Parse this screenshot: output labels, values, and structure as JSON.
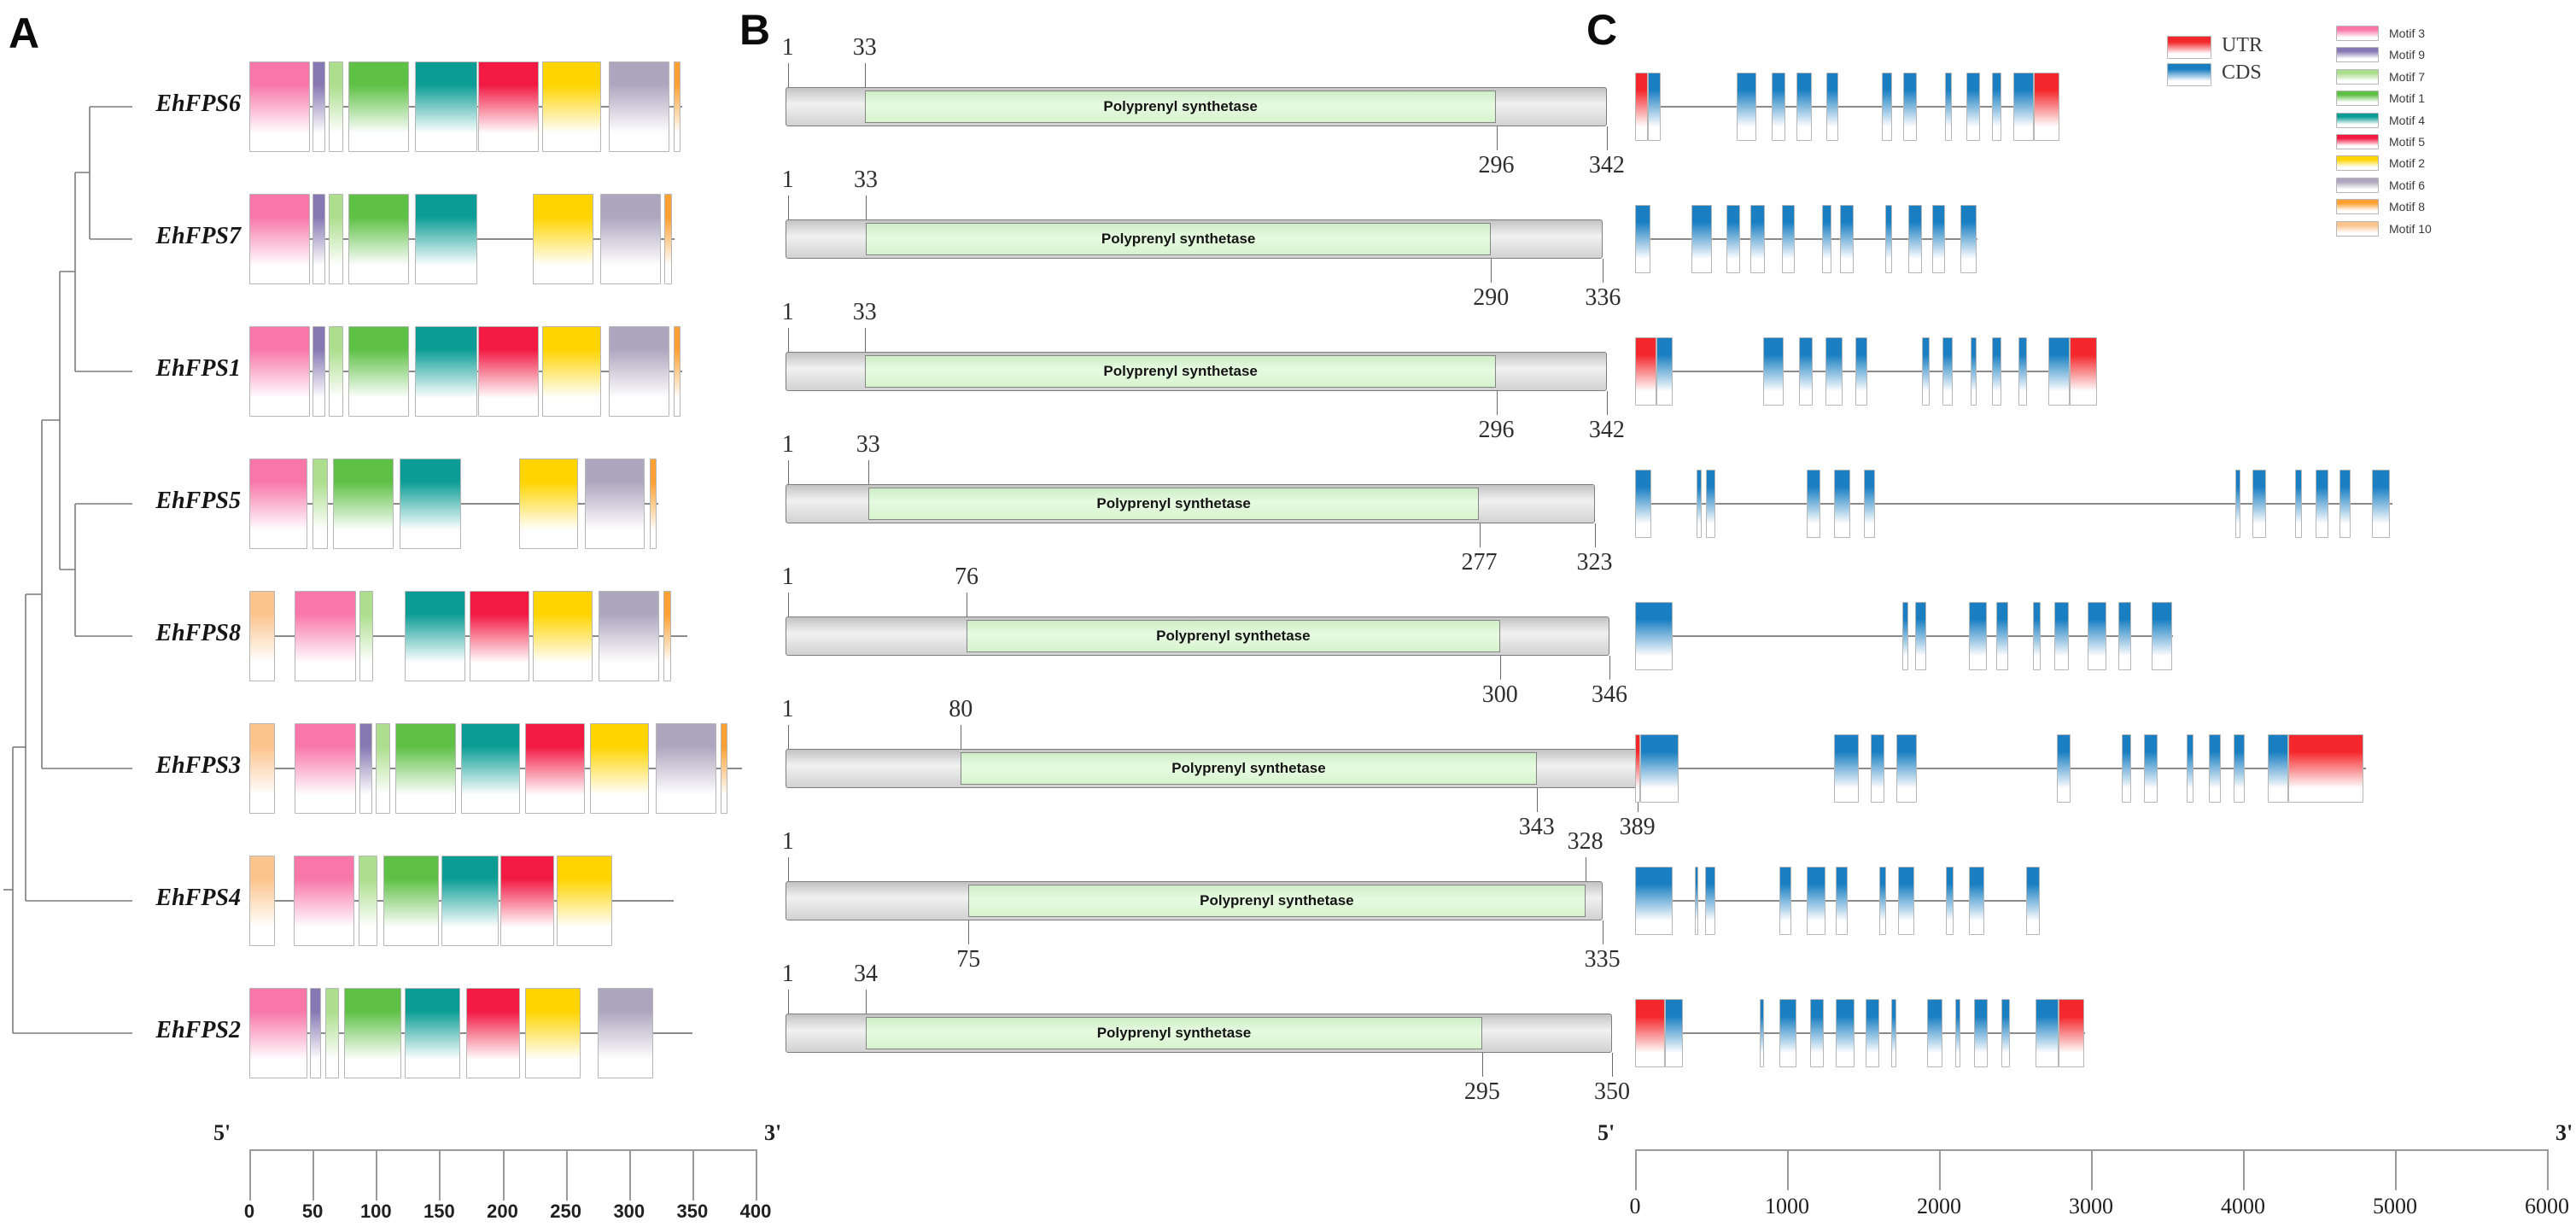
{
  "panels": {
    "a": "A",
    "b": "B",
    "c": "C"
  },
  "colors": {
    "m3": "#F877A8",
    "m9": "#8678B2",
    "m7": "#ACDE8D",
    "m1": "#5EC045",
    "m4": "#0B9D95",
    "m5": "#F21943",
    "m2": "#FFD400",
    "m6": "#AEA6BF",
    "m8": "#FFA032",
    "m10": "#FBC48D",
    "utr": "#F4282C",
    "cds": "#1A7FC2",
    "tree_line": "#7b7b7b",
    "row_line": "#8a8a8a",
    "scale_line": "#9a9a9a"
  },
  "legend": {
    "utr_label": "UTR",
    "cds_label": "CDS",
    "motifs": [
      {
        "id": "m3",
        "label": "Motif 3"
      },
      {
        "id": "m9",
        "label": "Motif 9"
      },
      {
        "id": "m7",
        "label": "Motif 7"
      },
      {
        "id": "m1",
        "label": "Motif 1"
      },
      {
        "id": "m4",
        "label": "Motif 4"
      },
      {
        "id": "m5",
        "label": "Motif 5"
      },
      {
        "id": "m2",
        "label": "Motif 2"
      },
      {
        "id": "m6",
        "label": "Motif 6"
      },
      {
        "id": "m8",
        "label": "Motif 8"
      },
      {
        "id": "m10",
        "label": "Motif 10"
      }
    ]
  },
  "protein_scale": {
    "five_prime": "5'",
    "three_prime": "3'",
    "max": 400,
    "ticks": [
      "0",
      "50",
      "100",
      "150",
      "200",
      "250",
      "300",
      "350",
      "400"
    ]
  },
  "gene_scale": {
    "five_prime": "5'",
    "three_prime": "3'",
    "max": 6000,
    "ticks": [
      "0",
      "1000",
      "2000",
      "3000",
      "4000",
      "5000",
      "6000"
    ]
  },
  "genes": [
    {
      "name": "EhFPS6",
      "protein": {
        "length": 342,
        "motifs": [
          [
            0,
            48,
            "m3"
          ],
          [
            50,
            60,
            "m9"
          ],
          [
            63,
            74,
            "m7"
          ],
          [
            78,
            126,
            "m1"
          ],
          [
            131,
            180,
            "m4"
          ],
          [
            181,
            229,
            "m5"
          ],
          [
            231,
            278,
            "m2"
          ],
          [
            284,
            332,
            "m6"
          ],
          [
            335,
            341,
            "m8"
          ]
        ]
      },
      "domain": {
        "label": "Polyprenyl synthetase",
        "start": 33,
        "end": 296,
        "top": [
          [
            "1",
            1
          ],
          [
            "33",
            33
          ]
        ],
        "bottom": [
          [
            "296",
            296
          ],
          [
            "342",
            342
          ]
        ]
      },
      "gene": {
        "end": 2790,
        "segments": [
          [
            0,
            85,
            "utr"
          ],
          [
            85,
            170,
            "cds"
          ],
          [
            670,
            800,
            "cds"
          ],
          [
            900,
            990,
            "cds"
          ],
          [
            1060,
            1165,
            "cds"
          ],
          [
            1260,
            1340,
            "cds"
          ],
          [
            1625,
            1690,
            "cds"
          ],
          [
            1765,
            1855,
            "cds"
          ],
          [
            2040,
            2085,
            "cds"
          ],
          [
            2180,
            2270,
            "cds"
          ],
          [
            2350,
            2410,
            "cds"
          ],
          [
            2490,
            2625,
            "cds"
          ],
          [
            2625,
            2790,
            "utr"
          ]
        ]
      }
    },
    {
      "name": "EhFPS7",
      "protein": {
        "length": 336,
        "motifs": [
          [
            0,
            48,
            "m3"
          ],
          [
            50,
            60,
            "m9"
          ],
          [
            63,
            74,
            "m7"
          ],
          [
            78,
            126,
            "m1"
          ],
          [
            131,
            180,
            "m4"
          ],
          [
            224,
            272,
            "m2"
          ],
          [
            277,
            325,
            "m6"
          ],
          [
            328,
            334,
            "m8"
          ]
        ]
      },
      "domain": {
        "label": "Polyprenyl synthetase",
        "start": 33,
        "end": 290,
        "top": [
          [
            "1",
            1
          ],
          [
            "33",
            33
          ]
        ],
        "bottom": [
          [
            "290",
            290
          ],
          [
            "336",
            336
          ]
        ]
      },
      "gene": {
        "end": 2255,
        "segments": [
          [
            0,
            100,
            "cds"
          ],
          [
            370,
            505,
            "cds"
          ],
          [
            600,
            690,
            "cds"
          ],
          [
            760,
            855,
            "cds"
          ],
          [
            965,
            1050,
            "cds"
          ],
          [
            1230,
            1290,
            "cds"
          ],
          [
            1350,
            1440,
            "cds"
          ],
          [
            1645,
            1690,
            "cds"
          ],
          [
            1800,
            1890,
            "cds"
          ],
          [
            1955,
            2040,
            "cds"
          ],
          [
            2140,
            2250,
            "cds"
          ]
        ]
      }
    },
    {
      "name": "EhFPS1",
      "protein": {
        "length": 342,
        "motifs": [
          [
            0,
            48,
            "m3"
          ],
          [
            50,
            60,
            "m9"
          ],
          [
            63,
            74,
            "m7"
          ],
          [
            78,
            126,
            "m1"
          ],
          [
            131,
            180,
            "m4"
          ],
          [
            181,
            229,
            "m5"
          ],
          [
            231,
            278,
            "m2"
          ],
          [
            284,
            332,
            "m6"
          ],
          [
            335,
            341,
            "m8"
          ]
        ]
      },
      "domain": {
        "label": "Polyprenyl synthetase",
        "start": 33,
        "end": 296,
        "top": [
          [
            "1",
            1
          ],
          [
            "33",
            33
          ]
        ],
        "bottom": [
          [
            "296",
            296
          ],
          [
            "342",
            342
          ]
        ]
      },
      "gene": {
        "end": 3040,
        "segments": [
          [
            0,
            140,
            "utr"
          ],
          [
            140,
            250,
            "cds"
          ],
          [
            840,
            980,
            "cds"
          ],
          [
            1080,
            1170,
            "cds"
          ],
          [
            1250,
            1365,
            "cds"
          ],
          [
            1450,
            1530,
            "cds"
          ],
          [
            1890,
            1940,
            "cds"
          ],
          [
            2020,
            2090,
            "cds"
          ],
          [
            2210,
            2250,
            "cds"
          ],
          [
            2350,
            2410,
            "cds"
          ],
          [
            2520,
            2580,
            "cds"
          ],
          [
            2720,
            2860,
            "cds"
          ],
          [
            2860,
            3040,
            "utr"
          ]
        ]
      }
    },
    {
      "name": "EhFPS5",
      "protein": {
        "length": 323,
        "motifs": [
          [
            0,
            46,
            "m3"
          ],
          [
            50,
            62,
            "m7"
          ],
          [
            66,
            114,
            "m1"
          ],
          [
            119,
            167,
            "m4"
          ],
          [
            213,
            260,
            "m2"
          ],
          [
            265,
            312,
            "m6"
          ],
          [
            316,
            322,
            "m8"
          ]
        ]
      },
      "domain": {
        "label": "Polyprenyl synthetase",
        "start": 33,
        "end": 277,
        "top": [
          [
            "1",
            1
          ],
          [
            "33",
            33
          ]
        ],
        "bottom": [
          [
            "277",
            277
          ],
          [
            "323",
            323
          ]
        ]
      },
      "gene": {
        "end": 4985,
        "segments": [
          [
            0,
            107,
            "cds"
          ],
          [
            405,
            438,
            "cds"
          ],
          [
            467,
            528,
            "cds"
          ],
          [
            1130,
            1220,
            "cds"
          ],
          [
            1310,
            1415,
            "cds"
          ],
          [
            1505,
            1580,
            "cds"
          ],
          [
            3950,
            3985,
            "cds"
          ],
          [
            4060,
            4150,
            "cds"
          ],
          [
            4345,
            4390,
            "cds"
          ],
          [
            4475,
            4560,
            "cds"
          ],
          [
            4635,
            4705,
            "cds"
          ],
          [
            4850,
            4965,
            "cds"
          ]
        ]
      }
    },
    {
      "name": "EhFPS8",
      "protein": {
        "length": 346,
        "motifs": [
          [
            0,
            20,
            "m10"
          ],
          [
            36,
            84,
            "m3"
          ],
          [
            87,
            98,
            "m7"
          ],
          [
            123,
            171,
            "m4"
          ],
          [
            174,
            221,
            "m5"
          ],
          [
            224,
            271,
            "m2"
          ],
          [
            276,
            324,
            "m6"
          ],
          [
            327,
            333,
            "m8"
          ]
        ]
      },
      "domain": {
        "label": "Polyprenyl synthetase",
        "start": 76,
        "end": 300,
        "top": [
          [
            "1",
            1
          ],
          [
            "76",
            76
          ]
        ],
        "bottom": [
          [
            "300",
            300
          ],
          [
            "346",
            346
          ]
        ]
      },
      "gene": {
        "end": 3540,
        "segments": [
          [
            0,
            245,
            "cds"
          ],
          [
            1760,
            1800,
            "cds"
          ],
          [
            1840,
            1915,
            "cds"
          ],
          [
            2195,
            2315,
            "cds"
          ],
          [
            2375,
            2455,
            "cds"
          ],
          [
            2615,
            2670,
            "cds"
          ],
          [
            2760,
            2855,
            "cds"
          ],
          [
            2980,
            3100,
            "cds"
          ],
          [
            3180,
            3265,
            "cds"
          ],
          [
            3400,
            3535,
            "cds"
          ]
        ]
      }
    },
    {
      "name": "EhFPS3",
      "protein": {
        "length": 389,
        "motifs": [
          [
            0,
            20,
            "m10"
          ],
          [
            36,
            84,
            "m3"
          ],
          [
            87,
            97,
            "m9"
          ],
          [
            100,
            111,
            "m7"
          ],
          [
            115,
            163,
            "m1"
          ],
          [
            167,
            214,
            "m4"
          ],
          [
            218,
            265,
            "m5"
          ],
          [
            269,
            316,
            "m2"
          ],
          [
            321,
            369,
            "m6"
          ],
          [
            372,
            378,
            "m8"
          ]
        ]
      },
      "domain": {
        "label": "Polyprenyl synthetase",
        "start": 80,
        "end": 343,
        "top": [
          [
            "1",
            1
          ],
          [
            "80",
            80
          ]
        ],
        "bottom": [
          [
            "343",
            343
          ],
          [
            "389",
            389
          ]
        ]
      },
      "gene": {
        "end": 4810,
        "segments": [
          [
            0,
            34,
            "utr"
          ],
          [
            34,
            287,
            "cds"
          ],
          [
            1310,
            1470,
            "cds"
          ],
          [
            1550,
            1640,
            "cds"
          ],
          [
            1720,
            1855,
            "cds"
          ],
          [
            2777,
            2865,
            "cds"
          ],
          [
            3203,
            3265,
            "cds"
          ],
          [
            3350,
            3440,
            "cds"
          ],
          [
            3630,
            3672,
            "cds"
          ],
          [
            3777,
            3856,
            "cds"
          ],
          [
            3940,
            4013,
            "cds"
          ],
          [
            4160,
            4295,
            "cds"
          ],
          [
            4295,
            4790,
            "utr"
          ]
        ]
      }
    },
    {
      "name": "EhFPS4",
      "protein": {
        "length": 335,
        "motifs": [
          [
            0,
            20,
            "m10"
          ],
          [
            35,
            83,
            "m3"
          ],
          [
            86,
            101,
            "m7"
          ],
          [
            106,
            150,
            "m1"
          ],
          [
            152,
            197,
            "m4"
          ],
          [
            198,
            241,
            "m5"
          ],
          [
            243,
            287,
            "m2"
          ]
        ]
      },
      "domain": {
        "label": "Polyprenyl synthetase",
        "start": 75,
        "end": 328,
        "top": [
          [
            "1",
            1
          ],
          [
            "328",
            328
          ]
        ],
        "bottom": [
          [
            "75",
            75
          ],
          [
            "335",
            335
          ]
        ]
      },
      "gene": {
        "end": 2660,
        "segments": [
          [
            0,
            245,
            "cds"
          ],
          [
            395,
            418,
            "cds"
          ],
          [
            460,
            530,
            "cds"
          ],
          [
            950,
            1030,
            "cds"
          ],
          [
            1130,
            1255,
            "cds"
          ],
          [
            1320,
            1400,
            "cds"
          ],
          [
            1605,
            1652,
            "cds"
          ],
          [
            1730,
            1835,
            "cds"
          ],
          [
            2045,
            2095,
            "cds"
          ],
          [
            2195,
            2300,
            "cds"
          ],
          [
            2570,
            2660,
            "cds"
          ]
        ]
      }
    },
    {
      "name": "EhFPS2",
      "protein": {
        "length": 350,
        "motifs": [
          [
            0,
            46,
            "m3"
          ],
          [
            48,
            57,
            "m9"
          ],
          [
            60,
            71,
            "m7"
          ],
          [
            75,
            120,
            "m1"
          ],
          [
            123,
            167,
            "m4"
          ],
          [
            171,
            214,
            "m5"
          ],
          [
            218,
            262,
            "m2"
          ],
          [
            275,
            319,
            "m6"
          ]
        ]
      },
      "domain": {
        "label": "Polyprenyl synthetase",
        "start": 34,
        "end": 295,
        "top": [
          [
            "1",
            1
          ],
          [
            "34",
            34
          ]
        ],
        "bottom": [
          [
            "295",
            295
          ],
          [
            "350",
            350
          ]
        ]
      },
      "gene": {
        "end": 2958,
        "segments": [
          [
            0,
            197,
            "utr"
          ],
          [
            197,
            315,
            "cds"
          ],
          [
            820,
            850,
            "cds"
          ],
          [
            948,
            1062,
            "cds"
          ],
          [
            1152,
            1242,
            "cds"
          ],
          [
            1321,
            1444,
            "cds"
          ],
          [
            1517,
            1607,
            "cds"
          ],
          [
            1685,
            1720,
            "cds"
          ],
          [
            1921,
            2022,
            "cds"
          ],
          [
            2107,
            2141,
            "cds"
          ],
          [
            2230,
            2320,
            "cds"
          ],
          [
            2410,
            2466,
            "cds"
          ],
          [
            2635,
            2786,
            "cds"
          ],
          [
            2786,
            2958,
            "utr"
          ]
        ]
      }
    }
  ]
}
